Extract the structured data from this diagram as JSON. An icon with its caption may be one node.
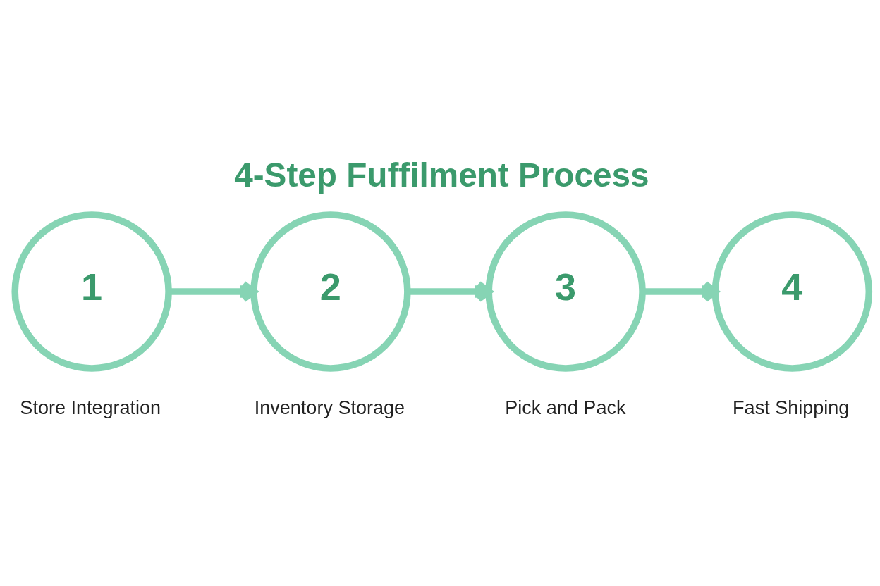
{
  "diagram": {
    "title": "4-Step Fuffilment Process",
    "nodes": [
      {
        "text": [
          "1"
        ],
        "beside": [
          "Store Integration"
        ]
      },
      {
        "text": [
          "2"
        ],
        "beside": [
          "Inventory Storage"
        ]
      },
      {
        "text": [
          "3"
        ],
        "beside": [
          "Pick and Pack"
        ]
      },
      {
        "text": [
          "4"
        ],
        "beside": [
          "Fast Shipping"
        ]
      }
    ],
    "edges": [
      {
        "from": 0,
        "to": 1,
        "arrow": "to"
      },
      {
        "from": 1,
        "to": 2,
        "arrow": "to"
      },
      {
        "from": 2,
        "to": 3,
        "arrow": "to"
      }
    ]
  }
}
